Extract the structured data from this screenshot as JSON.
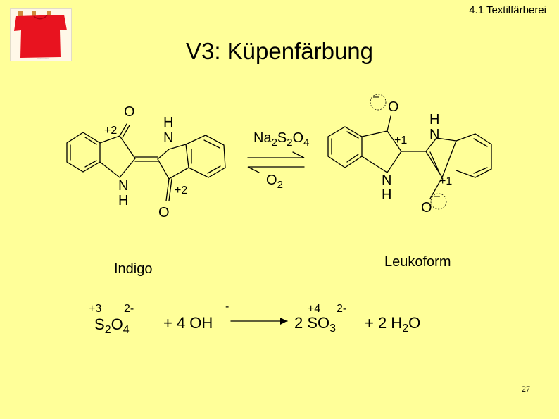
{
  "header": {
    "slide_label": "4.1 Textilfärberei"
  },
  "title": "V3: Küpenfärbung",
  "indigo": {
    "name": "Indigo",
    "atom_O": "O",
    "atom_N": "N",
    "atom_H": "H",
    "ox_top": "+2",
    "ox_bottom": "+2"
  },
  "leuko": {
    "name": "Leukoform",
    "atom_O": "O",
    "atom_N": "N",
    "atom_H": "H",
    "ox_top": "+1",
    "ox_bottom": "+1",
    "charge": "–"
  },
  "arrows": {
    "forward": {
      "Na": "Na",
      "n2": "2",
      "S": "S",
      "s2": "2",
      "O": "O",
      "o4": "4"
    },
    "backward": {
      "O": "O",
      "o2": "2"
    }
  },
  "equation": {
    "reactant1": {
      "ox_left": "+3",
      "ox_right": "2-",
      "S": "S",
      "s2": "2",
      "O": "O",
      "o4": "4"
    },
    "reactant2": {
      "text": "+ 4 OH",
      "charge": "-"
    },
    "product1": {
      "coef": "2 SO",
      "sub": "3",
      "ox_left": "+4",
      "ox_right": "2-"
    },
    "product2": {
      "prefix": "+ 2 H",
      "sub": "2",
      "suffix": "O"
    }
  },
  "footer": {
    "page_number": "27"
  },
  "colors": {
    "background": "#ffff99",
    "shirt": "#e8131f",
    "bond": "#000000"
  }
}
